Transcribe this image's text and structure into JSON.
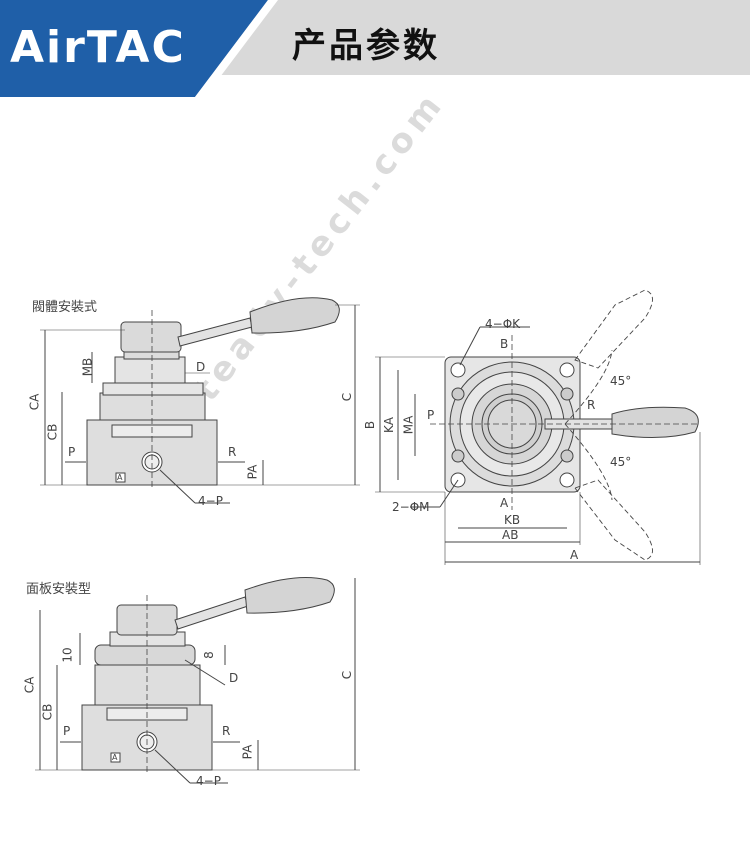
{
  "header": {
    "logo": "AirTAC",
    "title": "产品参数"
  },
  "views": {
    "valve_mount": {
      "title": "閥體安裝式"
    },
    "panel_mount": {
      "title": "面板安裝型"
    }
  },
  "labels": {
    "MB": "MB",
    "D": "D",
    "CA": "CA",
    "CB": "CB",
    "C": "C",
    "P": "P",
    "R": "R",
    "PA": "PA",
    "4P": "4−P",
    "4PK": "4−ΦK",
    "B_top": "B",
    "KA": "KA",
    "MA": "MA",
    "B_side": "B",
    "deg45a": "45°",
    "deg45b": "45°",
    "A_bottom": "A",
    "2PM": "2−ΦM",
    "KB": "KB",
    "AB": "AB",
    "A_total": "A",
    "ten": "10",
    "eight": "8",
    "boxA": "A"
  },
  "watermark": "steady-tech.com",
  "colors": {
    "brand": "#1f5fa8",
    "header_gray": "#d6d6d6",
    "body_fill": "#dedede"
  }
}
